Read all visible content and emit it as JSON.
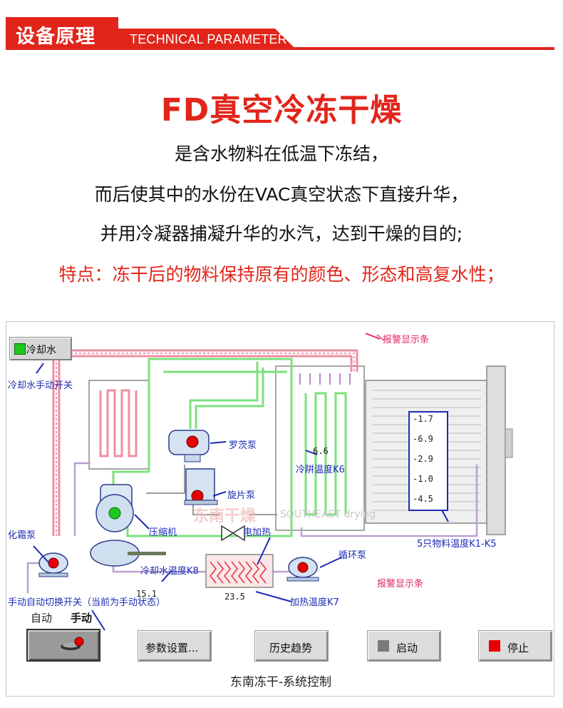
{
  "header": {
    "title": "设备原理",
    "subtitle": "TECHNICAL PARAMETER"
  },
  "headline": "FD真空冷冻干燥",
  "description": [
    "是含水物料在低温下冻结，",
    "而后使其中的水份在VAC真空状态下直接升华，",
    "并用冷凝器捕凝升华的水汽，达到干燥的目的;",
    "特点：冻干后的物料保持原有的颜色、形态和高复水性；"
  ],
  "hmi": {
    "cooling_water_button": "冷却水",
    "labels": {
      "cooling_water_switch": "冷却水手动开关",
      "alarm_bar_top": "报警显示条",
      "roots_pump": "罗茨泵",
      "cold_trap_temp": "冷阱温度K6",
      "vane_pump": "旋片泵",
      "compressor": "压缩机",
      "defrost_pump": "化霜泵",
      "electric_heater": "电加热",
      "circulation_pump": "循环泵",
      "cooling_water_temp": "冷却水温度K8",
      "material_temp": "5只物料温度K1-K5",
      "alarm_bar_bottom": "报警显示条",
      "heating_temp": "加热温度K7",
      "mode_switch": "手动自动切换开关（当前为手动状态）",
      "watermark": "东南干燥",
      "watermark_en": "SOUTHEAST drying"
    },
    "values": {
      "cold_trap": "6.6",
      "cooling_water": "15.1",
      "heating": "23.5"
    },
    "material_temps": [
      "-1.7",
      "-6.9",
      "-2.9",
      "-1.0",
      "-4.5"
    ],
    "mode": {
      "auto_label": "自动",
      "manual_label": "手动",
      "current": "manual"
    },
    "buttons": {
      "params": "参数设置...",
      "history": "历史趋势",
      "start": "启动",
      "stop": "停止"
    },
    "colors": {
      "running_green": "#1ec81e",
      "start_indicator": "#7a7a7a",
      "stop_indicator": "#e80000",
      "pump_red": "#e80000"
    },
    "footer": "东南冻干-系统控制"
  }
}
